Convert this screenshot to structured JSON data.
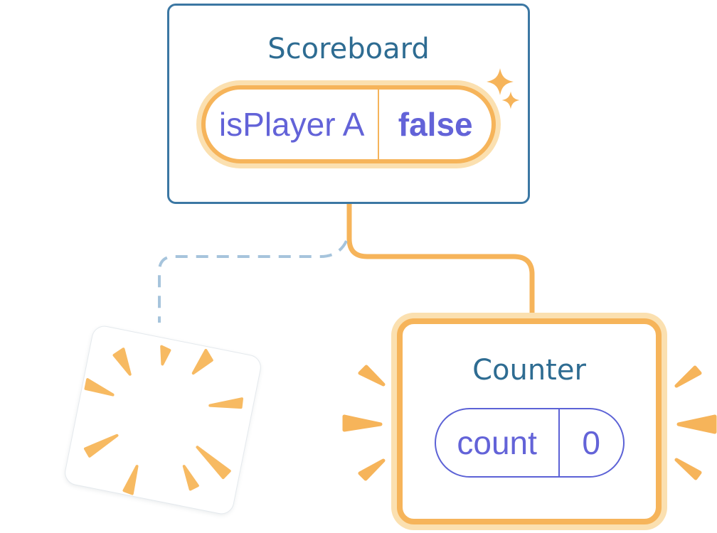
{
  "diagram": {
    "description": "React component tree state diagram"
  },
  "scoreboard": {
    "title": "Scoreboard",
    "state": {
      "name": "isPlayer A",
      "value": "false"
    },
    "icons": [
      "sparkle-icon-large",
      "sparkle-icon-small"
    ]
  },
  "counter": {
    "title": "Counter",
    "state": {
      "name": "count",
      "value": "0"
    },
    "icons": [
      "shine-marks-left",
      "shine-marks-right"
    ]
  },
  "removed_component": {
    "icon": "poof-burst-icon"
  },
  "connectors": {
    "solid_line": "scoreboard-to-counter",
    "dashed_line": "scoreboard-to-removed-component"
  },
  "colors": {
    "accent_orange": "#F6B45A",
    "accent_orange_light": "#FBE0B0",
    "state_purple": "#6363D8",
    "pill_border_purple": "#5C62D6",
    "title_blue": "#2E6C92",
    "card_border_blue": "#3B77A3",
    "dashed_blue": "#A6C4DC",
    "background": "#FFFFFF"
  }
}
